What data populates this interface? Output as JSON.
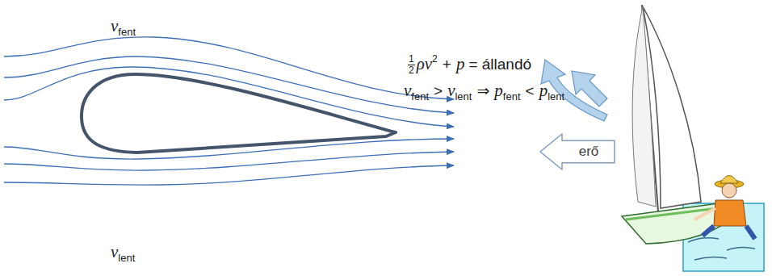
{
  "diagram": {
    "nodes": [
      {
        "text": [
          "erő"
        ]
      }
    ],
    "labels": [
      "v",
      "fent",
      "v",
      "lent",
      "1",
      "2",
      "ρ",
      "v",
      "2",
      "+",
      "p",
      "= állandó",
      "v",
      "fent",
      ">",
      "v",
      "lent",
      "⇒",
      "p",
      "fent",
      "<",
      "p",
      "lent"
    ]
  }
}
